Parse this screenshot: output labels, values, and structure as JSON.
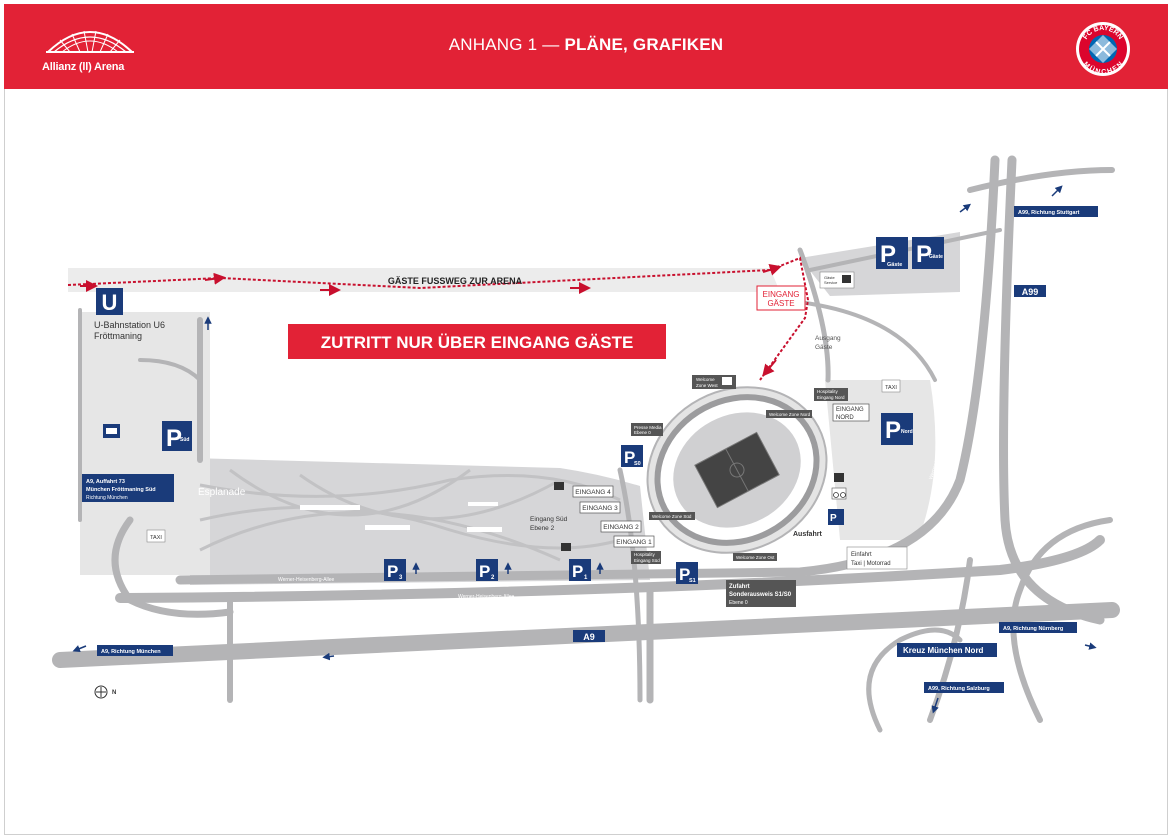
{
  "header": {
    "venue_logo_text": "Allianz (ll) Arena",
    "title_prefix": "ANHANG 1",
    "title_separator": "—",
    "title_bold": "PLÄNE, GRAFIKEN",
    "club_logo_top": "FC BAYERN",
    "club_logo_bottom": "MÜNCHEN"
  },
  "colors": {
    "brand_red": "#e22236",
    "navy": "#1a3b7a",
    "road": "#b4b4b6",
    "area": "#d6d6d8",
    "path_red": "#c8102e"
  },
  "map": {
    "guest_walkway": "GÄSTE FUSSWEG ZUR ARENA",
    "access_banner": "ZUTRITT NUR ÜBER EINGANG GÄSTE",
    "ubahn": {
      "icon": "U",
      "line1": "U-Bahnstation U6",
      "line2": "Fröttmaning"
    },
    "esplanade": "Esplanade",
    "taxi": "TAXI",
    "parking_symbol": "P",
    "parking_sued_sub": "Süd",
    "parking_gaeste_sub": "Gäste",
    "parking_gaeste2_sub": "Gäste",
    "parking_nord_sub": "Nord",
    "p3_sub": "3",
    "p2_sub": "2",
    "p1_sub": "1",
    "s1_sub": "S1",
    "s0_sub": "S0",
    "eingang_gaeste": [
      "EINGANG",
      "GÄSTE"
    ],
    "ausgang_gaeste": [
      "Ausgang",
      "Gäste"
    ],
    "eingang_nord": [
      "EINGANG",
      "NORD"
    ],
    "eingang_sued": [
      "Eingang Süd",
      "Ebene 2"
    ],
    "eingang_4": "EINGANG 4",
    "eingang_3": "EINGANG 3",
    "eingang_2": "EINGANG 2",
    "eingang_1": "EINGANG 1",
    "ausfahrt": "Ausfahrt",
    "einfahrt": [
      "Einfahrt",
      "Taxi | Motorrad"
    ],
    "zufahrt": [
      "Zufahrt",
      "Sonderausweis S1/S0",
      "Ebene 0"
    ],
    "welcome_zone_west": [
      "Welcome",
      "Zone West"
    ],
    "welcome_zone_nord": "Welcome Zone Nord",
    "welcome_zone_ost": "Welcome Zone Ost",
    "welcome_zone_sued": "Welcome Zone Süd",
    "press_media": [
      "Presse Media",
      "Ebene 0"
    ],
    "hospitality_nord": [
      "Hospitality",
      "Eingang Nord"
    ],
    "hospitality_sued": [
      "Hospitality",
      "Eingang Süd"
    ],
    "guest_service": [
      "Gäste",
      "Service"
    ],
    "road_werner_1": "Werner-Heisenberg-Allee",
    "road_werner_2": "Werner-Heisenberg-Allee",
    "road_werner_ne": "Werner-Heisenberg-Allee",
    "road_werner_e": "Werner-Heisenberg-Allee",
    "a9_label": "A9",
    "a99_label": "A99",
    "sign_a9_muenchen": "A9, Richtung München",
    "sign_a9_nuernberg": "A9, Richtung Nürnberg",
    "sign_a99_stuttgart": "A99, Richtung Stuttgart",
    "sign_a99_salzburg": "A99, Richtung Salzburg",
    "sign_kreuz": "Kreuz München Nord",
    "sign_auffahrt": [
      "A9, Auffahrt 73",
      "München Fröttmaning Süd",
      "Richtung München"
    ],
    "compass_n": "N"
  }
}
